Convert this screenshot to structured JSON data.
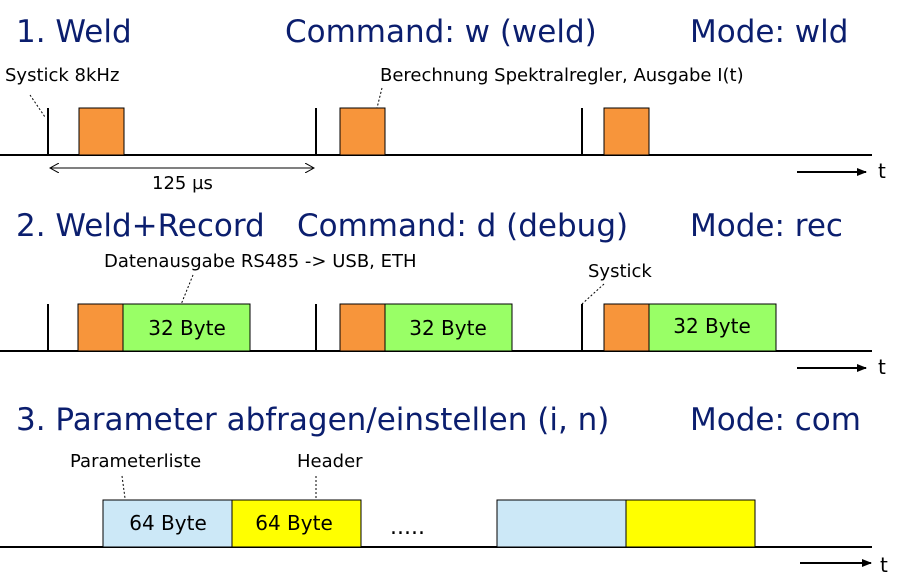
{
  "colors": {
    "heading": "#0b1e6e",
    "line": "#000000",
    "compute_block": "#f7953b",
    "data_block": "#99ff66",
    "param_list_block": "#cce8f7",
    "header_block": "#ffff00"
  },
  "sections": [
    {
      "title": "1. Weld",
      "command": "Command: w (weld)",
      "mode": "Mode: wld",
      "axis_label": "t",
      "annotations": {
        "systick": "Systick 8kHz",
        "compute": "Berechnung Spektralregler, Ausgabe I(t)",
        "period": "125 µs"
      }
    },
    {
      "title": "2. Weld+Record",
      "command": "Command: d (debug)",
      "mode": "Mode: rec",
      "axis_label": "t",
      "annotations": {
        "data_output": "Datenausgabe RS485 -> USB, ETH",
        "systick": "Systick"
      },
      "block_labels": [
        "32 Byte",
        "32 Byte",
        "32 Byte"
      ]
    },
    {
      "title": "3. Parameter abfragen/einstellen (i, n)",
      "mode": "Mode: com",
      "axis_label": "t",
      "annotations": {
        "param_list": "Parameterliste",
        "header": "Header"
      },
      "block_labels": [
        "64 Byte",
        "64 Byte"
      ],
      "ellipsis": "....."
    }
  ]
}
